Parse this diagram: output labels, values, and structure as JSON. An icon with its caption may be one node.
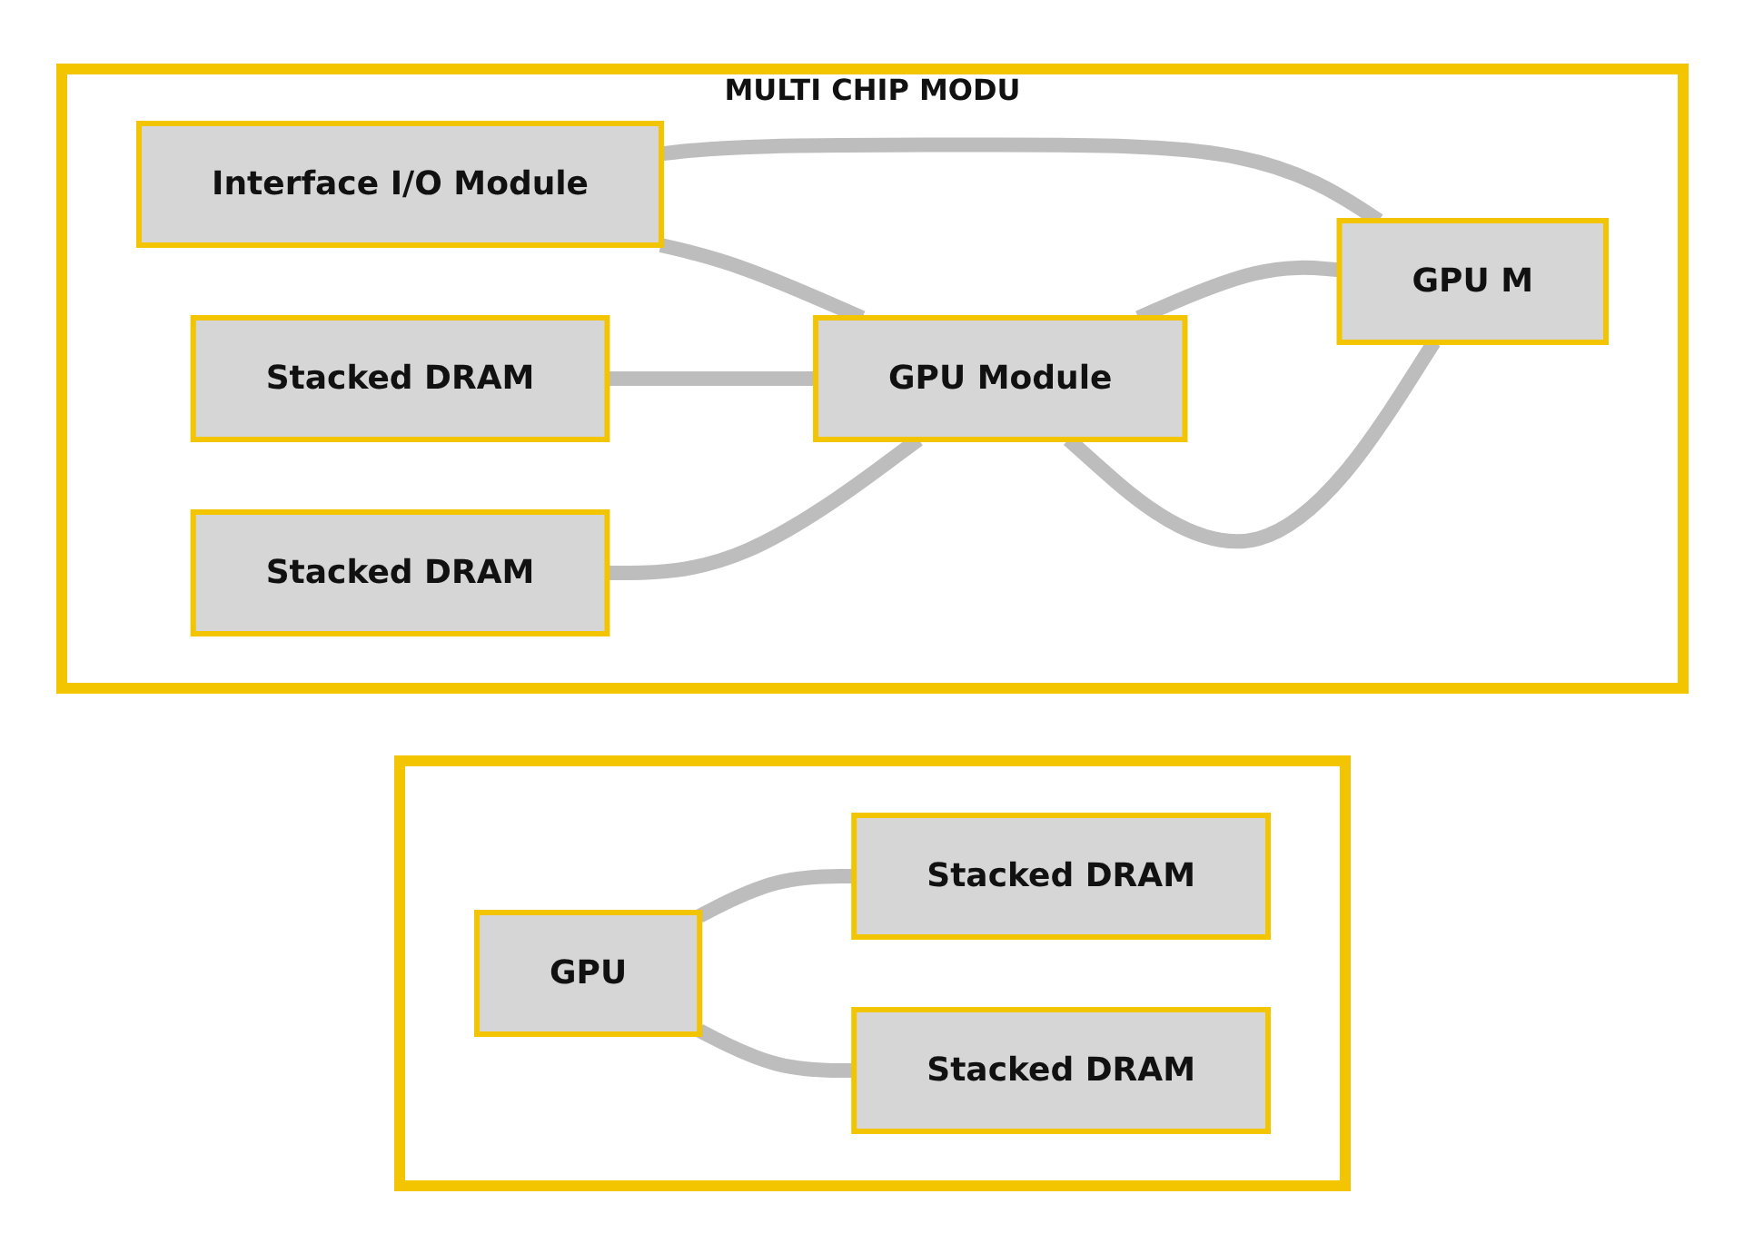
{
  "diagram": {
    "nodes": [
      {
        "text": [],
        "shape": "box"
      },
      {
        "text": [
          "GPU"
        ],
        "in": 0
      },
      {
        "text": [
          "Stacked DRAM"
        ],
        "in": 0
      },
      {
        "text": [
          "Stacked DRAM"
        ],
        "in": 0
      },
      {
        "text": [
          "MULTI CHIP MODU"
        ]
      },
      {
        "text": [
          "Interface I/O Module"
        ],
        "in": 4
      },
      {
        "text": [
          "Stacked DRAM"
        ],
        "in": 4
      },
      {
        "text": [
          "Stacked DRAM"
        ],
        "in": 4
      },
      {
        "text": [
          "GPU Module"
        ],
        "in": 4
      },
      {
        "text": [
          "GPU M"
        ],
        "in": 4
      }
    ],
    "edges": [
      {
        "from": 1,
        "to": 2,
        "arrow": "none"
      },
      {
        "from": 1,
        "to": 3,
        "arrow": "none"
      },
      {
        "from": 6,
        "to": 8,
        "arrow": "none"
      },
      {
        "from": 7,
        "to": 8,
        "arrow": "none"
      },
      {
        "from": 5,
        "to": 8,
        "arrow": "none"
      },
      {
        "from": 5,
        "to": 9,
        "arrow": "none"
      },
      {
        "from": 8,
        "to": 9,
        "arrow": "none"
      },
      {
        "from": 8,
        "to": 9,
        "arrow": "none"
      }
    ]
  }
}
